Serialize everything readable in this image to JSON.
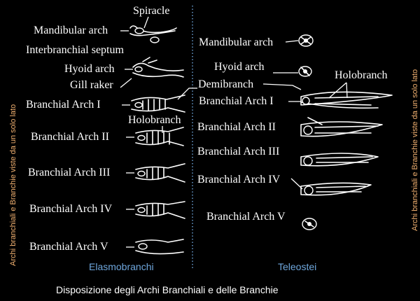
{
  "elasmobranchii": {
    "header": "Elasmobranchi",
    "labels": {
      "spiracle": "Spiracle",
      "mandibular": "Mandibular arch",
      "septum": "Interbranchial septum",
      "hyoid": "Hyoid arch",
      "gill_raker": "Gill raker",
      "arch1": "Branchial Arch I",
      "holobranch": "Holobranch",
      "arch2": "Branchial Arch II",
      "arch3": "Branchial Arch III",
      "arch4": "Branchial Arch IV",
      "arch5": "Branchial Arch V"
    }
  },
  "teleostei": {
    "header": "Teleostei",
    "labels": {
      "mandibular": "Mandibular arch",
      "hyoid": "Hyoid arch",
      "holobranch": "Holobranch",
      "demibranch": "Demibranch",
      "arch1": "Branchial Arch I",
      "arch2": "Branchial Arch II",
      "arch3": "Branchial Arch III",
      "arch4": "Branchial Arch IV",
      "arch5": "Branchial Arch V"
    }
  },
  "side_left": "Archi  branchiali e Branchie viste da un solo lato",
  "side_right": "Archi branchiali e Branchie viste da un solo lato",
  "caption": "Disposizione degli Archi Branchiali  e delle Branchie",
  "colors": {
    "background": "#000000",
    "section_header": "#6fa7dd",
    "side_text": "#f0b070",
    "ink": "#ffffff"
  }
}
